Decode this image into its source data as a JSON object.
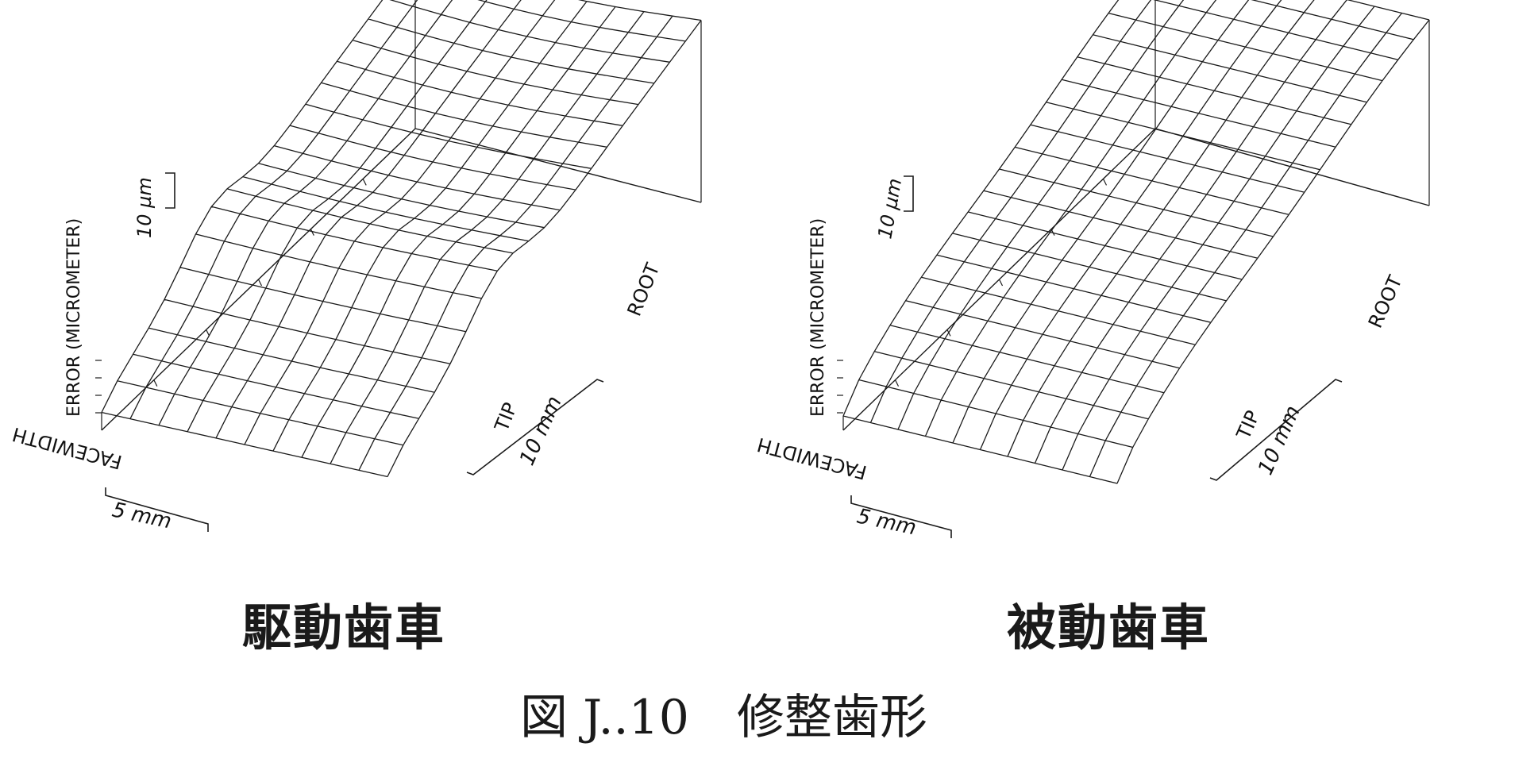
{
  "figure": {
    "caption": "図 J..10　修整歯形"
  },
  "panels": [
    {
      "id": "drive",
      "caption": "駆動歯車",
      "z_axis_label": "ERROR (MICROMETER)",
      "z_scale_label": "10 µm",
      "profile_axis_label": "FACEWIDTH",
      "profile_scale_label": "5 mm",
      "tip_label": "TIP",
      "root_label": "ROOT",
      "length_scale_label": "10 mm"
    },
    {
      "id": "driven",
      "caption": "被動歯車",
      "z_axis_label": "ERROR (MICROMETER)",
      "z_scale_label": "10 µm",
      "profile_axis_label": "FACEWIDTH",
      "profile_scale_label": "5 mm",
      "tip_label": "TIP",
      "root_label": "ROOT",
      "length_scale_label": "10 mm"
    }
  ],
  "colors": {
    "line": "#1a1a1a",
    "background": "#ffffff"
  }
}
